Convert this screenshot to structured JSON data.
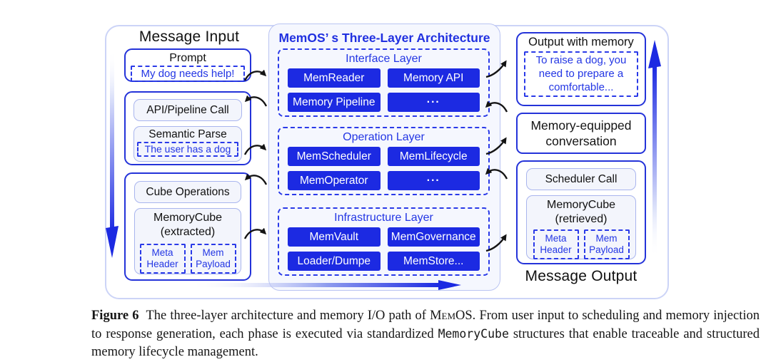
{
  "diagram": {
    "left": {
      "title": "Message Input",
      "prompt": {
        "title": "Prompt",
        "quote": "My dog needs help!"
      },
      "api_group": {
        "api_call": "API/Pipeline Call",
        "semantic_parse": "Semantic Parse",
        "quote": "The user has a dog"
      },
      "cube_group": {
        "cube_ops": "Cube Operations",
        "memcube_title": "MemoryCube",
        "memcube_sub": "(extracted)",
        "meta": "Meta Header",
        "payload": "Mem Payload"
      }
    },
    "middle": {
      "title": "MemOS’ s Three-Layer Architecture",
      "layers": [
        {
          "name": "Interface Layer",
          "buttons": [
            "MemReader",
            "Memory API",
            "Memory Pipeline",
            "..."
          ]
        },
        {
          "name": "Operation Layer",
          "buttons": [
            "MemScheduler",
            "MemLifecycle",
            "MemOperator",
            "..."
          ]
        },
        {
          "name": "Infrastructure Layer",
          "buttons": [
            "MemVault",
            "MemGovernance",
            "Loader/Dumpe",
            "MemStore..."
          ]
        }
      ]
    },
    "right": {
      "output_box": {
        "title": "Output with memory",
        "quote_lines": [
          "To raise a dog, you",
          "need to prepare a",
          "comfortable..."
        ]
      },
      "conversation": "Memory-equipped conversation",
      "scheduler_group": {
        "scheduler": "Scheduler Call",
        "memcube_title": "MemoryCube",
        "memcube_sub": "(retrieved)",
        "meta": "Meta Header",
        "payload": "Mem Payload"
      },
      "title": "Message Output"
    }
  },
  "caption": {
    "label": "Figure 6",
    "part1": "The three-layer architecture and memory I/O path of ",
    "memos": "MemOS",
    "part2": ". From user input to scheduling and memory injection to response generation, each phase is executed via standardized ",
    "code": "MemoryCube",
    "part3": " structures that enable traceable and structured memory lifecycle management."
  },
  "colors": {
    "primary_blue": "#1c2ae2",
    "border_blue": "#2433d9",
    "dashed_blue": "#2a3ae8",
    "light_border": "#a9b5ee",
    "frame_border": "#ccd4f7"
  }
}
